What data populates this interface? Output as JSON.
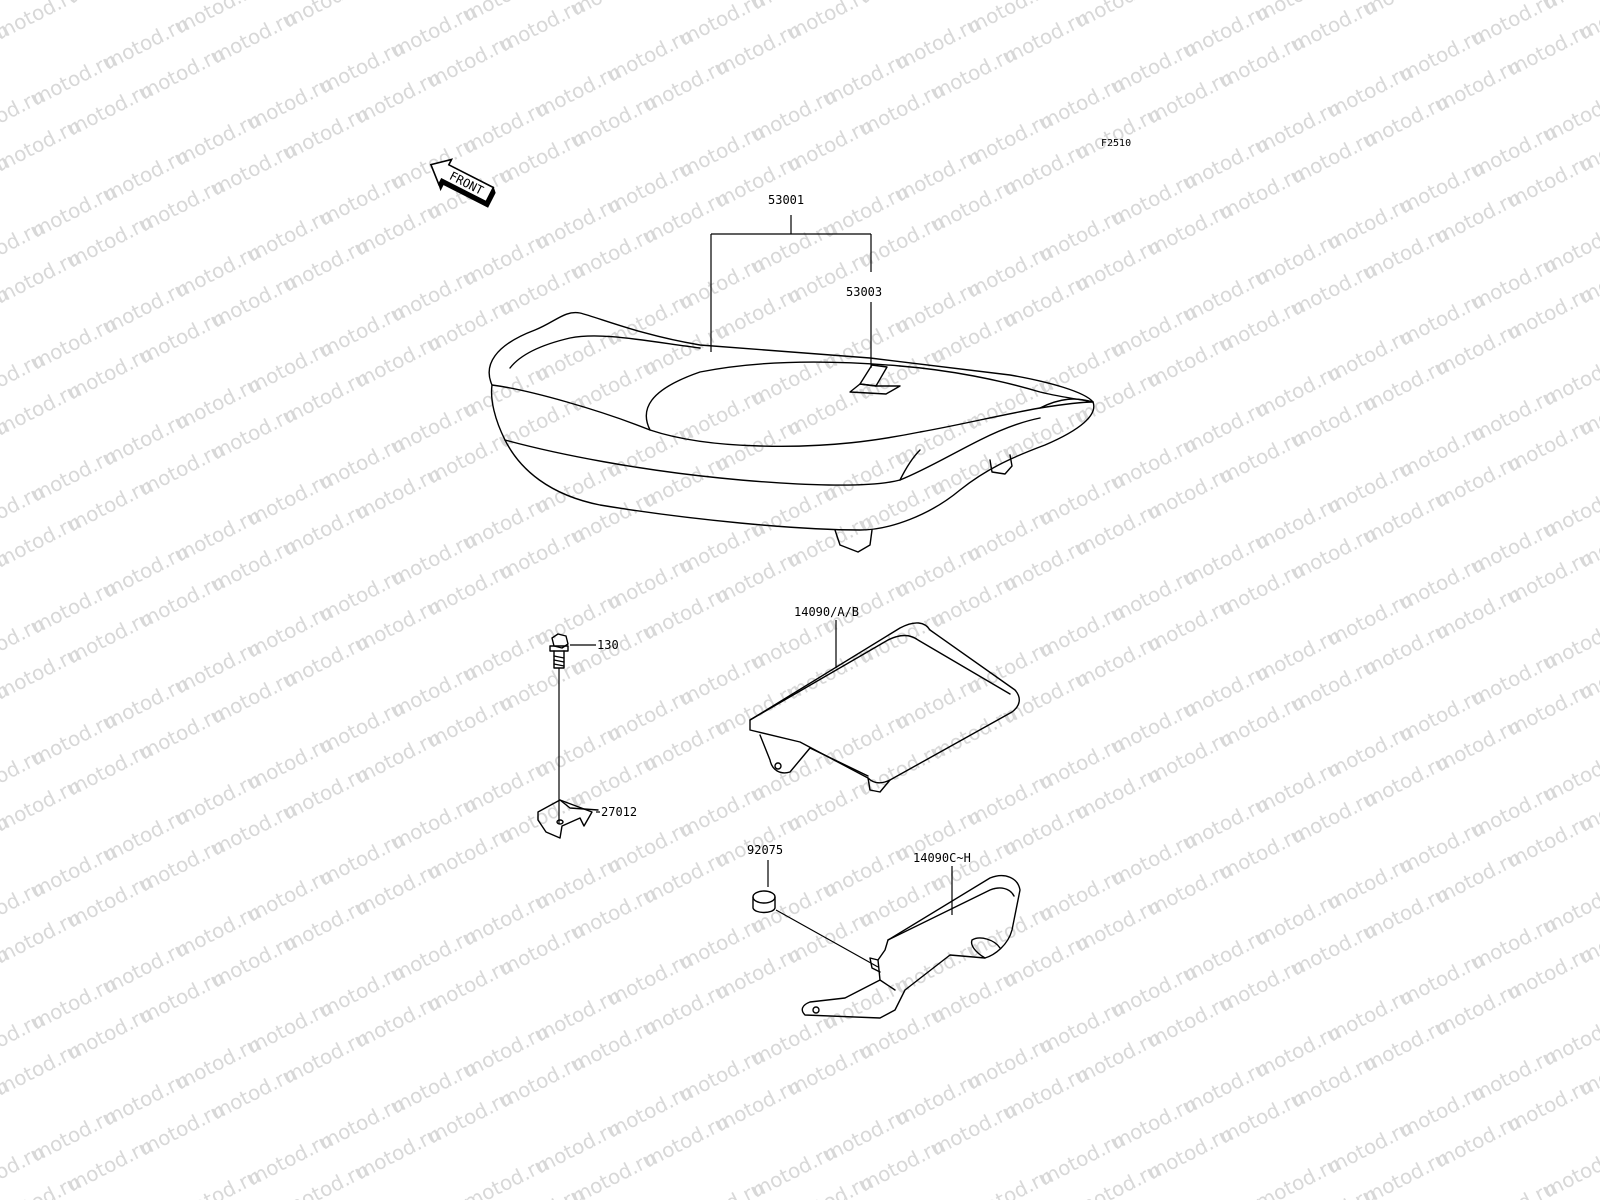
{
  "diagram_ref": "F2510",
  "front_label": "FRONT",
  "watermark": "motod.ru",
  "colors": {
    "line": "#000000",
    "watermark": "#d8d8d8",
    "background": "#ffffff"
  },
  "parts": {
    "seat": "53001",
    "seat_strap": "53003",
    "cover_upper": "14090/A/B",
    "bolt": "130",
    "clamp": "27012",
    "damper": "92075",
    "cover_lower": "14090C~H"
  }
}
